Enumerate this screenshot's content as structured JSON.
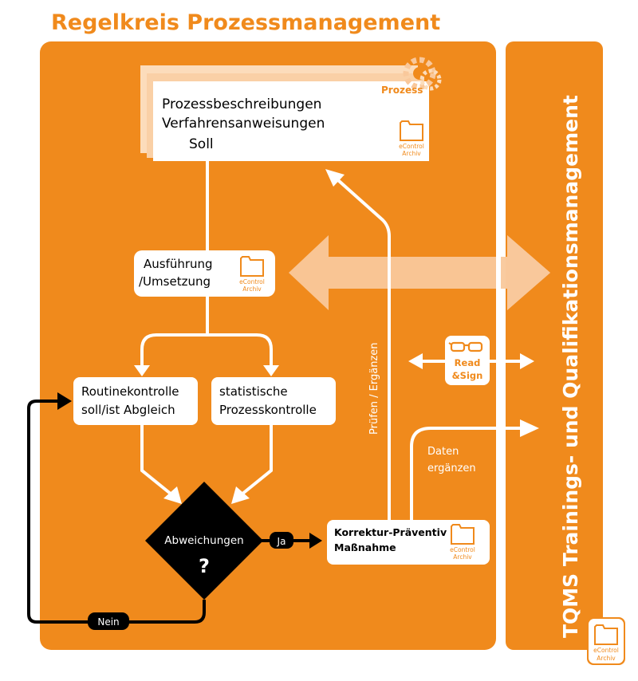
{
  "title": "Regelkreis Prozessmanagement",
  "colors": {
    "orange": "#F08A1C",
    "light_orange": "#F9C89B",
    "pale_orange": "#FCDCBB",
    "white": "#FFFFFF",
    "black": "#000000",
    "title_orange": "#F08A1C"
  },
  "prozess_box": {
    "badge": "Prozess",
    "line1": "Prozessbeschreibungen",
    "line2": "Verfahrensanweisungen",
    "line3": "Soll",
    "archive_line1": "eControl",
    "archive_line2": "Archiv"
  },
  "ausfuehrung_box": {
    "line1": "Ausführung",
    "line2": "/Umsetzung",
    "archive_line1": "eControl",
    "archive_line2": "Archiv"
  },
  "routine_box": {
    "line1": "Routinekontrolle",
    "line2": "soll/ist Abgleich"
  },
  "statistik_box": {
    "line1": "statistische",
    "line2": "Prozesskontrolle"
  },
  "decision": {
    "label": "Abweichungen",
    "symbol": "?",
    "yes": "Ja",
    "no": "Nein"
  },
  "korrektur_box": {
    "line1": "Korrektur-Präventiv",
    "line2": "Maßnahme",
    "archive_line1": "eControl",
    "archive_line2": "Archiv"
  },
  "pruefen_label": "Prüfen / Ergänzen",
  "daten_label": {
    "line1": "Daten",
    "line2": "ergänzen"
  },
  "read_sign": {
    "line1": "Read",
    "line2": "&Sign"
  },
  "tqms_label": "TQMS Trainings- und Qualifikationsmanagement",
  "tqms_archive": {
    "line1": "eControl",
    "line2": "Archiv"
  }
}
